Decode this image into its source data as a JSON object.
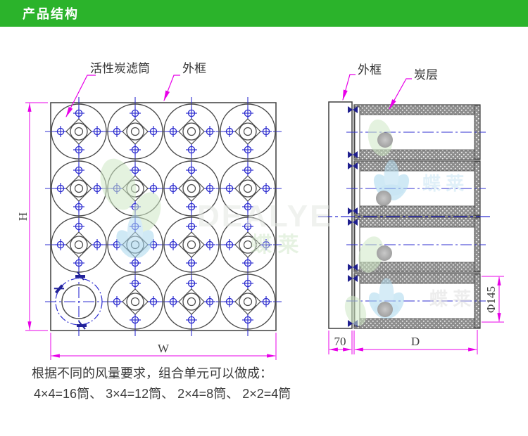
{
  "header": {
    "title": "产品结构",
    "bar_color": "#2bb32b"
  },
  "front_view": {
    "callouts": [
      {
        "label": "活性炭滤筒"
      },
      {
        "label": "外框"
      }
    ],
    "dimensions": {
      "height_label": "H",
      "width_label": "W"
    },
    "grid": {
      "rows": 4,
      "cols": 4,
      "cartridge_count": 16
    }
  },
  "side_view": {
    "callouts": [
      {
        "label": "外框"
      },
      {
        "label": "炭层"
      }
    ],
    "dimensions": {
      "frame_depth": "70",
      "depth_label": "D",
      "cartridge_diameter": "Φ145"
    },
    "layers": 4
  },
  "watermark": {
    "brand_latin": "DEALYE",
    "brand_cn": "蝶 莱"
  },
  "footer": {
    "line1": "根据不同的风量要求，组合单元可以做成：",
    "line2": "4×4=16筒、 3×4=12筒、 2×4=8筒、 2×2=4筒"
  },
  "colors": {
    "header_green": "#2bb32b",
    "dimension_magenta": "#e800e8",
    "centerline_blue": "#2f2fd0",
    "drawing_gray": "#4a4a4a",
    "carbon_gray": "#8d8d8d",
    "clamp_navy": "#22229a"
  }
}
